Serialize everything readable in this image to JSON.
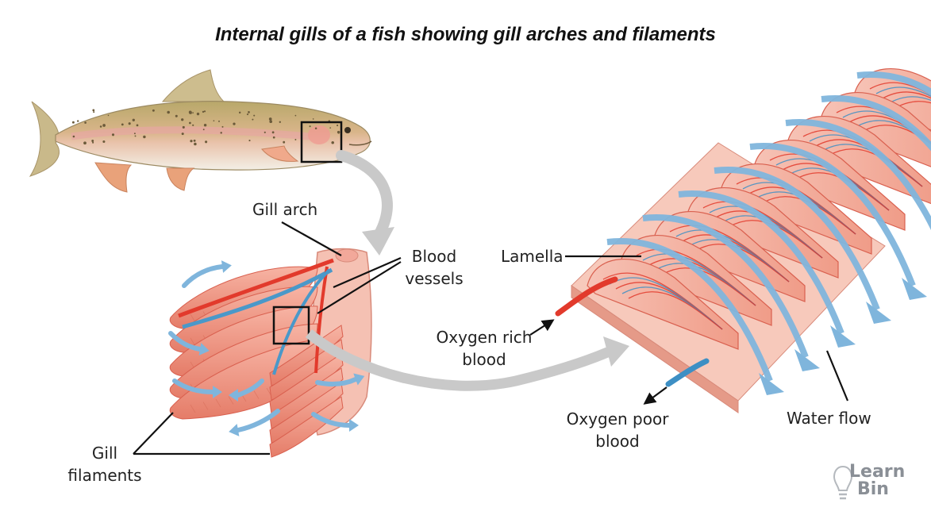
{
  "title": "Internal gills of a fish showing gill arches and filaments",
  "labels": {
    "gill_arch": "Gill arch",
    "blood_vessels_line1": "Blood",
    "blood_vessels_line2": "vessels",
    "lamella": "Lamella",
    "oxygen_rich_line1": "Oxygen rich",
    "oxygen_rich_line2": "blood",
    "oxygen_poor_line1": "Oxygen poor",
    "oxygen_poor_line2": "blood",
    "water_flow": "Water flow",
    "gill_filaments_line1": "Gill",
    "gill_filaments_line2": "filaments"
  },
  "logo": {
    "line1": "Learn",
    "line2": "Bin"
  },
  "colors": {
    "filament": "#f0a28f",
    "filament_edge": "#d9604f",
    "arch": "#f5c1b3",
    "water_arrow": "#7fb5dc",
    "artery_red": "#e23a2c",
    "vein_blue": "#3d8fc4",
    "connector_arrow": "#c9c9c9"
  }
}
